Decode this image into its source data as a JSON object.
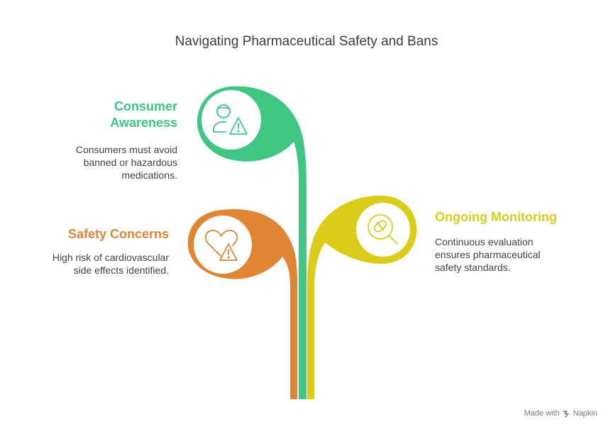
{
  "title": "Navigating Pharmaceutical Safety and Bans",
  "colors": {
    "green": "#3fc682",
    "orange": "#e08533",
    "yellow": "#dccc1a",
    "icon_stroke_green": "#3fc682",
    "icon_stroke_orange": "#e08533",
    "icon_stroke_yellow": "#dccc1a"
  },
  "items": [
    {
      "heading": [
        "Consumer",
        "Awareness"
      ],
      "description": [
        "Consumers must avoid",
        "banned or hazardous",
        "medications."
      ],
      "icon": "user-warning-icon",
      "color": "#3fc682"
    },
    {
      "heading": [
        "Safety Concerns"
      ],
      "description": [
        "High risk of cardiovascular",
        "side effects identified."
      ],
      "icon": "heart-warning-icon",
      "color": "#e08533"
    },
    {
      "heading": [
        "Ongoing Monitoring"
      ],
      "description": [
        "Continuous evaluation",
        "ensures pharmaceutical",
        "safety standards."
      ],
      "icon": "pill-search-icon",
      "color": "#dccc1a"
    }
  ],
  "footer": {
    "made_with": "Made with",
    "brand": "Napkin",
    "icon": "napkin-logo-icon"
  }
}
